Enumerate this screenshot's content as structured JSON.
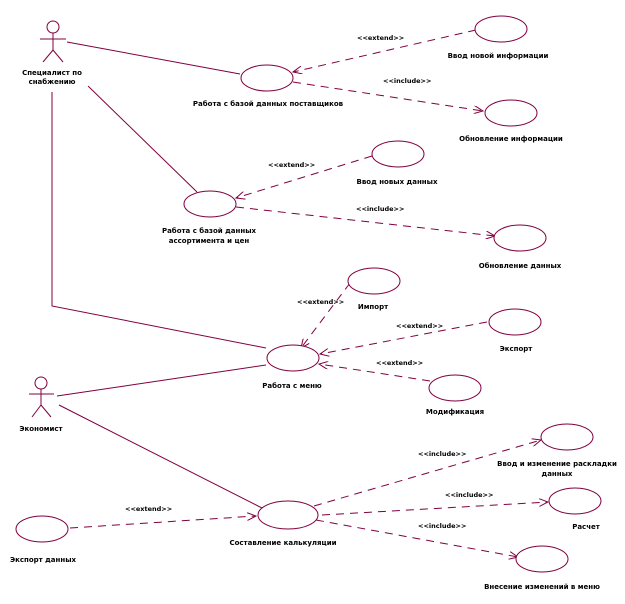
{
  "actors": {
    "specialist": {
      "label_line1": "Специалист по",
      "label_line2": "снабжению"
    },
    "economist": {
      "label": "Экономист"
    }
  },
  "use_cases": {
    "suppliers_db": "Работа с базой данных поставщиков",
    "new_info_input": "Ввод новой информации",
    "info_update": "Обновление информации",
    "assortment_db_line1": "Работа с базой данных",
    "assortment_db_line2": "ассортимента и цен",
    "new_data_input": "Ввод новых данных",
    "data_update": "Обновление данных",
    "import": "Импорт",
    "menu_work": "Работа с меню",
    "export": "Экспорт",
    "modification": "Модификация",
    "layout_input_line1": "Ввод и изменение раскладки",
    "layout_input_line2": "данных",
    "calculation_composition": "Составление калькуляции",
    "data_export": "Экспорт данных",
    "calc": "Расчет",
    "menu_changes": "Внесение изменений в меню"
  },
  "stereotypes": {
    "extend": "<<extend>>",
    "include": "<<include>>"
  },
  "colors": {
    "line": "#800040",
    "text": "#000000",
    "background": "#ffffff"
  }
}
